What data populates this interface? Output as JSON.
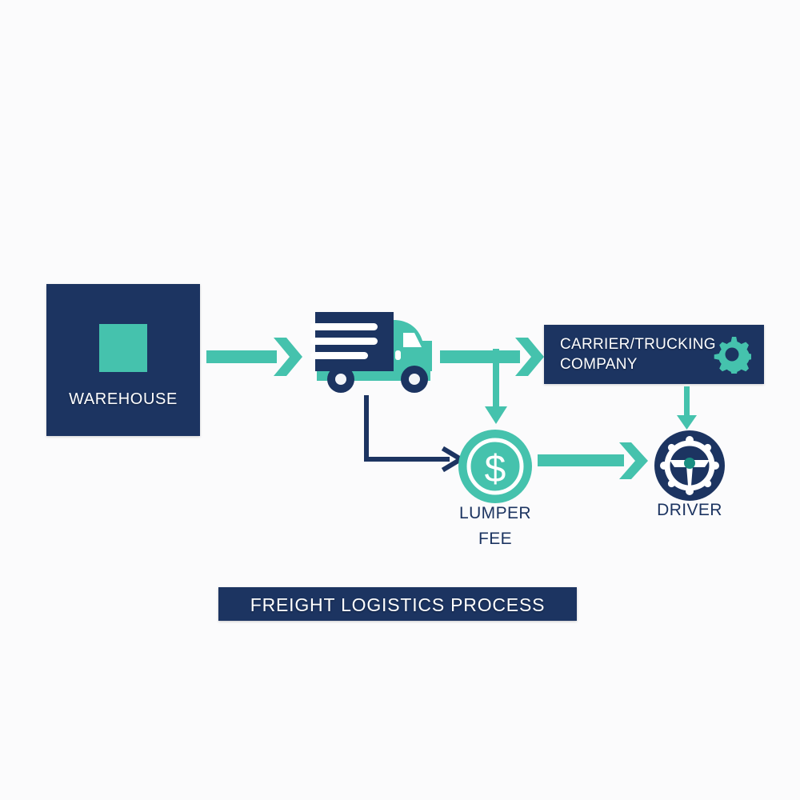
{
  "diagram": {
    "title": "FREIGHT LOGISTICS PROCESS",
    "background_color": "#fbfbfc",
    "palette": {
      "navy": "#1c3461",
      "teal": "#45c2ad",
      "white": "#ffffff"
    },
    "nodes": {
      "warehouse": {
        "label": "WAREHOUSE",
        "icon": "warehouse-square-icon",
        "shape": "square",
        "fill": "#1c3461",
        "text_color": "#ffffff"
      },
      "truck": {
        "label": "",
        "icon": "delivery-truck-icon",
        "cargo_fill": "#1c3461",
        "cab_fill": "#45c2ad"
      },
      "carrier": {
        "label_line1": "CARRIER/TRUCKING",
        "label_line2": "COMPANY",
        "icon": "gear-icon",
        "fill": "#1c3461",
        "icon_fill": "#45c2ad",
        "text_color": "#ffffff"
      },
      "lumper_fee": {
        "label_line1": "LUMPER",
        "label_line2": "FEE",
        "icon": "dollar-coin-icon",
        "fill": "#45c2ad",
        "text_color": "#1c3461"
      },
      "driver": {
        "label": "DRIVER",
        "icon": "steering-wheel-icon",
        "fill": "#1c3461",
        "icon_fill": "#ffffff",
        "hub_fill": "#1b8f82"
      }
    },
    "connections": [
      {
        "from": "warehouse",
        "to": "truck",
        "color": "#45c2ad",
        "style": "thick-block-arrow"
      },
      {
        "from": "truck",
        "to": "carrier",
        "color": "#45c2ad",
        "style": "thick-block-arrow"
      },
      {
        "from": "truck-to-carrier-branch",
        "to": "lumper_fee",
        "color": "#45c2ad",
        "style": "thin-down-arrow"
      },
      {
        "from": "truck",
        "to": "lumper_fee",
        "color": "#1c3461",
        "style": "thin-elbow-arrow"
      },
      {
        "from": "lumper_fee",
        "to": "driver",
        "color": "#45c2ad",
        "style": "thick-block-arrow"
      },
      {
        "from": "carrier",
        "to": "driver",
        "color": "#45c2ad",
        "style": "thin-down-arrow"
      }
    ]
  }
}
